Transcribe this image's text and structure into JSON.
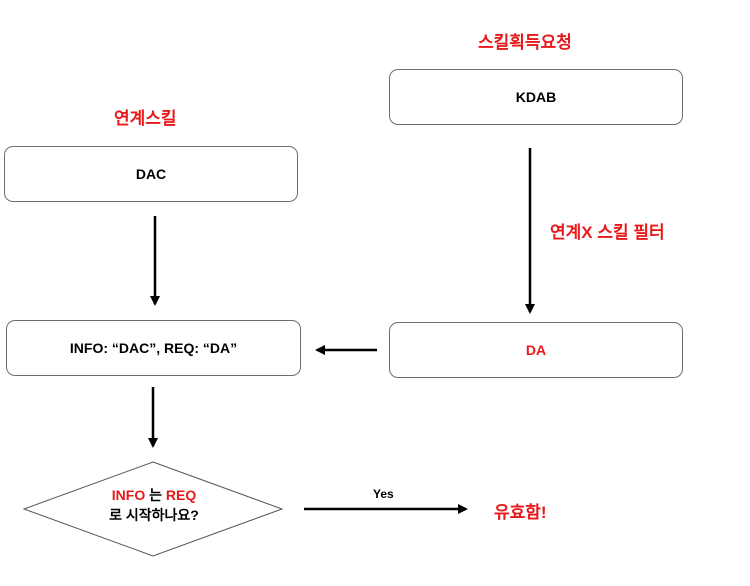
{
  "labels": {
    "skill_request": "스킬획득요청",
    "linked_skill": "연계스킬",
    "filter": "연계X 스킬 필터",
    "valid": "유효함!"
  },
  "nodes": {
    "kdab": "KDAB",
    "dac": "DAC",
    "info": "INFO: “DAC”, REQ: “DA”",
    "da": "DA"
  },
  "decision": {
    "part1": "INFO",
    "part2": " 는 ",
    "part3": "REQ",
    "line2": "로 시작하나요?"
  },
  "edges": {
    "yes_label": "Yes"
  },
  "colors": {
    "accent_red": "#e8191b",
    "border": "#6f6f6f"
  }
}
